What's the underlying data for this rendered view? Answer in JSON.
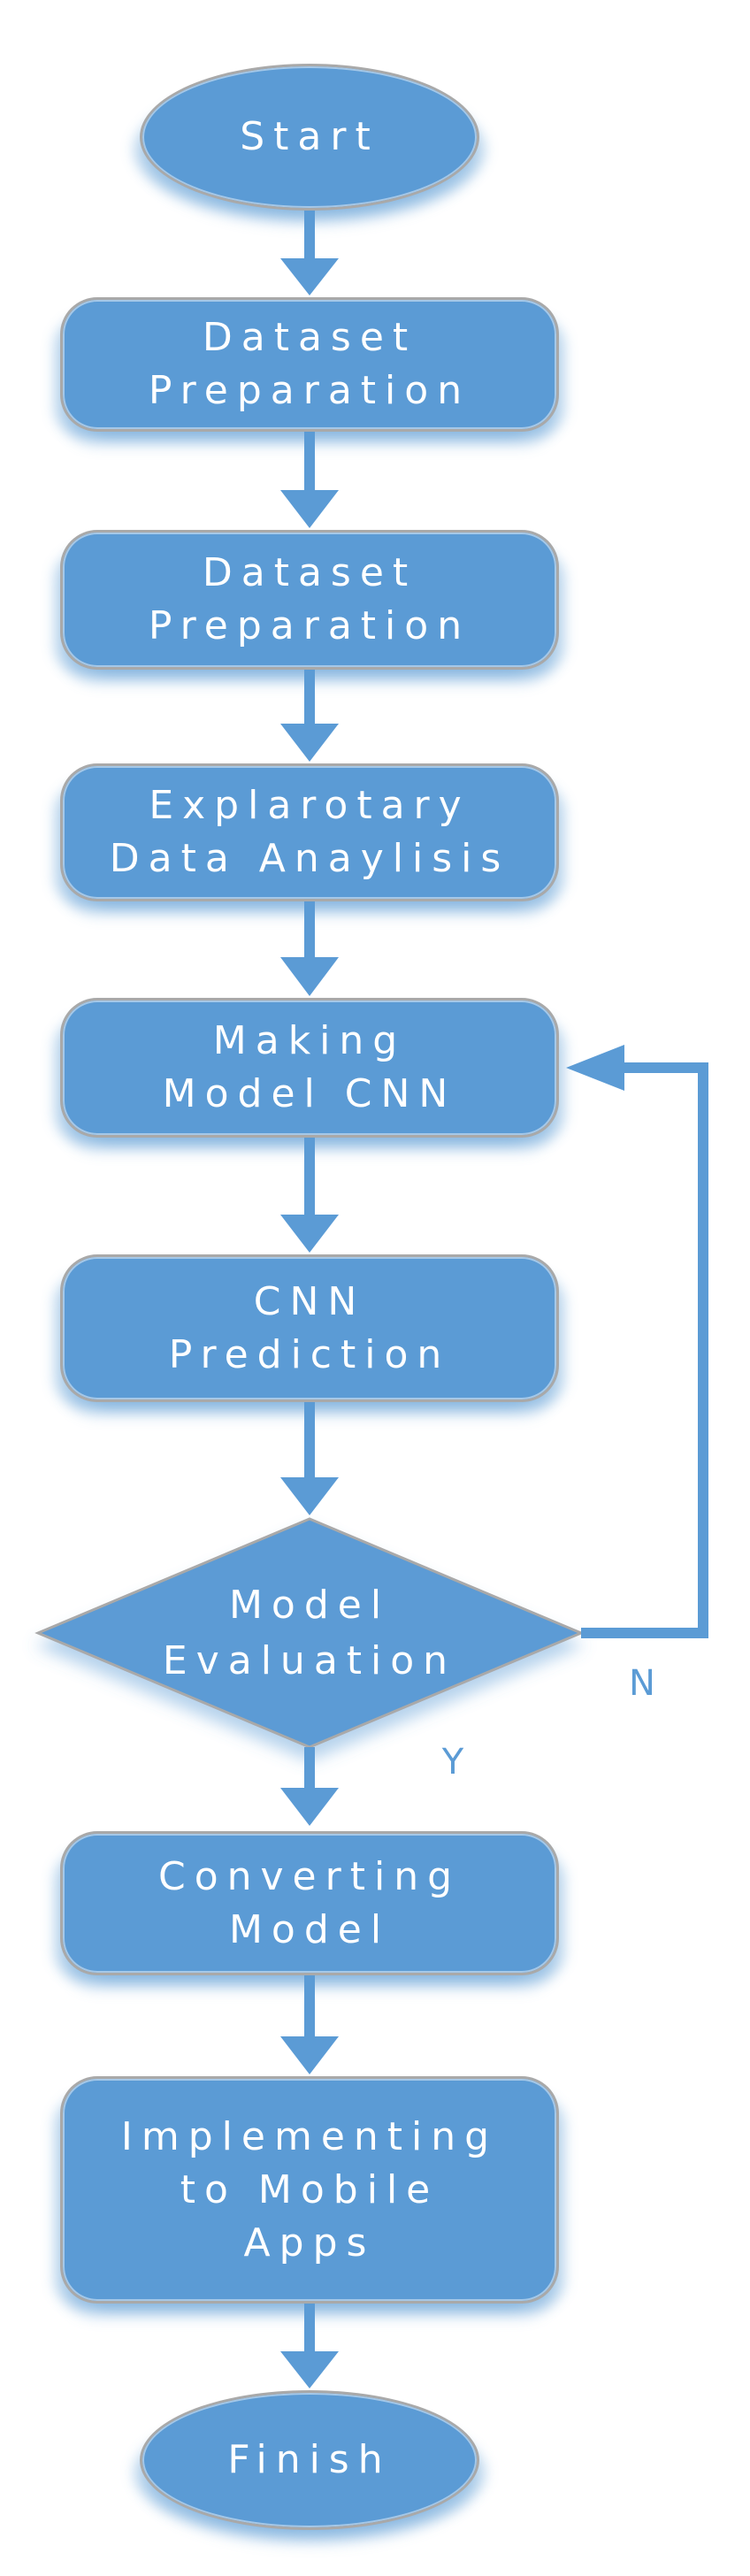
{
  "colors": {
    "shape_fill": "#5b9bd5",
    "shape_border": "#a9a9a9",
    "text": "#ffffff",
    "connector": "#5b9bd5",
    "branch_label": "#5b9bd5"
  },
  "flowchart": {
    "nodes": [
      {
        "id": "start",
        "type": "terminator",
        "label": "Start"
      },
      {
        "id": "dataset-preparation-1",
        "type": "process",
        "label": "Dataset\nPreparation"
      },
      {
        "id": "dataset-preparation-2",
        "type": "process",
        "label": "Dataset\nPreparation"
      },
      {
        "id": "exploratory-data-analysis",
        "type": "process",
        "label": "Explarotary\nData Anaylisis"
      },
      {
        "id": "making-model-cnn",
        "type": "process",
        "label": "Making\nModel CNN"
      },
      {
        "id": "cnn-prediction",
        "type": "process",
        "label": "CNN\nPrediction"
      },
      {
        "id": "model-evaluation",
        "type": "decision",
        "label": "Model\nEvaluation"
      },
      {
        "id": "converting-model",
        "type": "process",
        "label": "Converting\nModel"
      },
      {
        "id": "implementing-to-mobile-apps",
        "type": "process",
        "label": "Implementing\nto Mobile\nApps"
      },
      {
        "id": "finish",
        "type": "terminator",
        "label": "Finish"
      }
    ],
    "branch_labels": {
      "no": "N",
      "yes": "Y"
    },
    "edges": [
      {
        "from": "start",
        "to": "dataset-preparation-1"
      },
      {
        "from": "dataset-preparation-1",
        "to": "dataset-preparation-2"
      },
      {
        "from": "dataset-preparation-2",
        "to": "exploratory-data-analysis"
      },
      {
        "from": "exploratory-data-analysis",
        "to": "making-model-cnn"
      },
      {
        "from": "making-model-cnn",
        "to": "cnn-prediction"
      },
      {
        "from": "cnn-prediction",
        "to": "model-evaluation"
      },
      {
        "from": "model-evaluation",
        "to": "converting-model",
        "label": "Y"
      },
      {
        "from": "model-evaluation",
        "to": "making-model-cnn",
        "label": "N"
      },
      {
        "from": "converting-model",
        "to": "implementing-to-mobile-apps"
      },
      {
        "from": "implementing-to-mobile-apps",
        "to": "finish"
      }
    ]
  }
}
